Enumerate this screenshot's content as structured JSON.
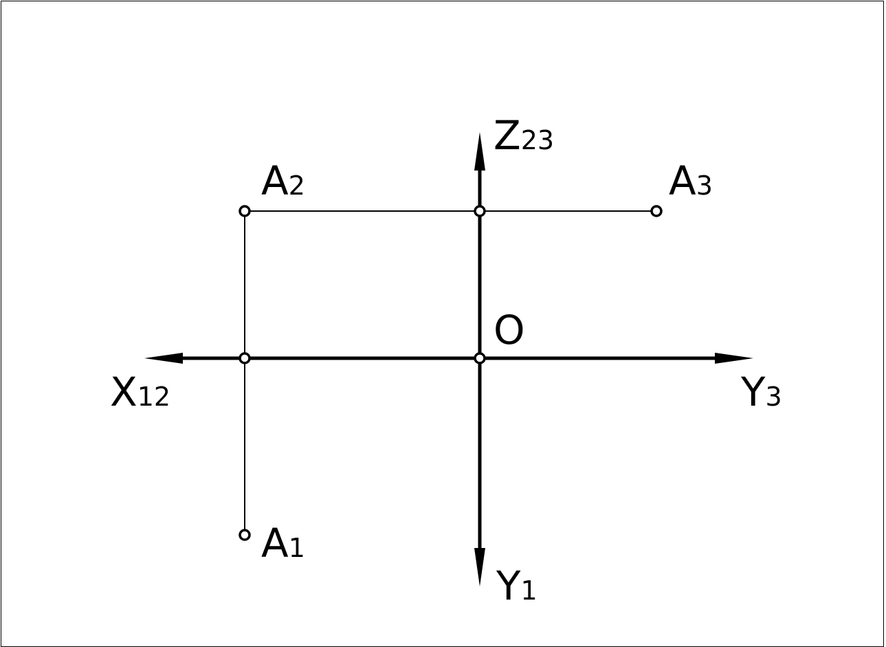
{
  "labels": {
    "z_axis": {
      "main": "Z",
      "sub": "23"
    },
    "x_axis": {
      "main": "X",
      "sub": "12"
    },
    "y3_axis": {
      "main": "Y",
      "sub": "3"
    },
    "y1_axis": {
      "main": "Y",
      "sub": "1"
    },
    "origin": {
      "main": "O"
    },
    "a1": {
      "main": "A",
      "sub": "1"
    },
    "a2": {
      "main": "A",
      "sub": "2"
    },
    "a3": {
      "main": "A",
      "sub": "3"
    }
  }
}
